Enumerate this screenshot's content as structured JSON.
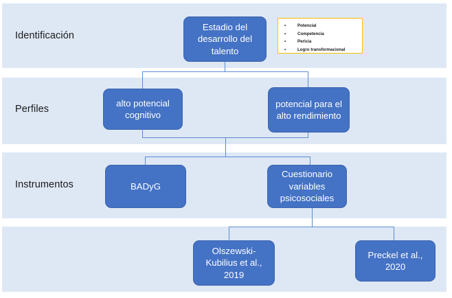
{
  "diagram": {
    "bands": [
      {
        "label": "Identificación"
      },
      {
        "label": "Perfiles"
      },
      {
        "label": "Instrumentos"
      },
      {
        "label": ""
      }
    ],
    "nodes": {
      "estadio": "Estadio del desarrollo del talento",
      "alto_potencial": "alto potencial cognitivo",
      "potencial_rendimiento": "potencial para el alto rendimiento",
      "badyg": "BADyG",
      "cuestionario": "Cuestionario variables psicosociales",
      "olszewski": "Olszewski-Kubilius et al., 2019",
      "preckel": "Preckel et al., 2020"
    },
    "callout": {
      "items": [
        "Potencial",
        "Competencia",
        "Pericia",
        "Logro transformacional"
      ]
    },
    "colors": {
      "band": "#DEE8F5",
      "node_fill": "#4472C4",
      "node_border": "#3B64AC",
      "node_text": "#FFFFFF",
      "connector": "#5B8BD0",
      "callout_border": "#FFC000",
      "callout_fill": "#FFFFFF",
      "label_text": "#1A1A1A"
    }
  }
}
